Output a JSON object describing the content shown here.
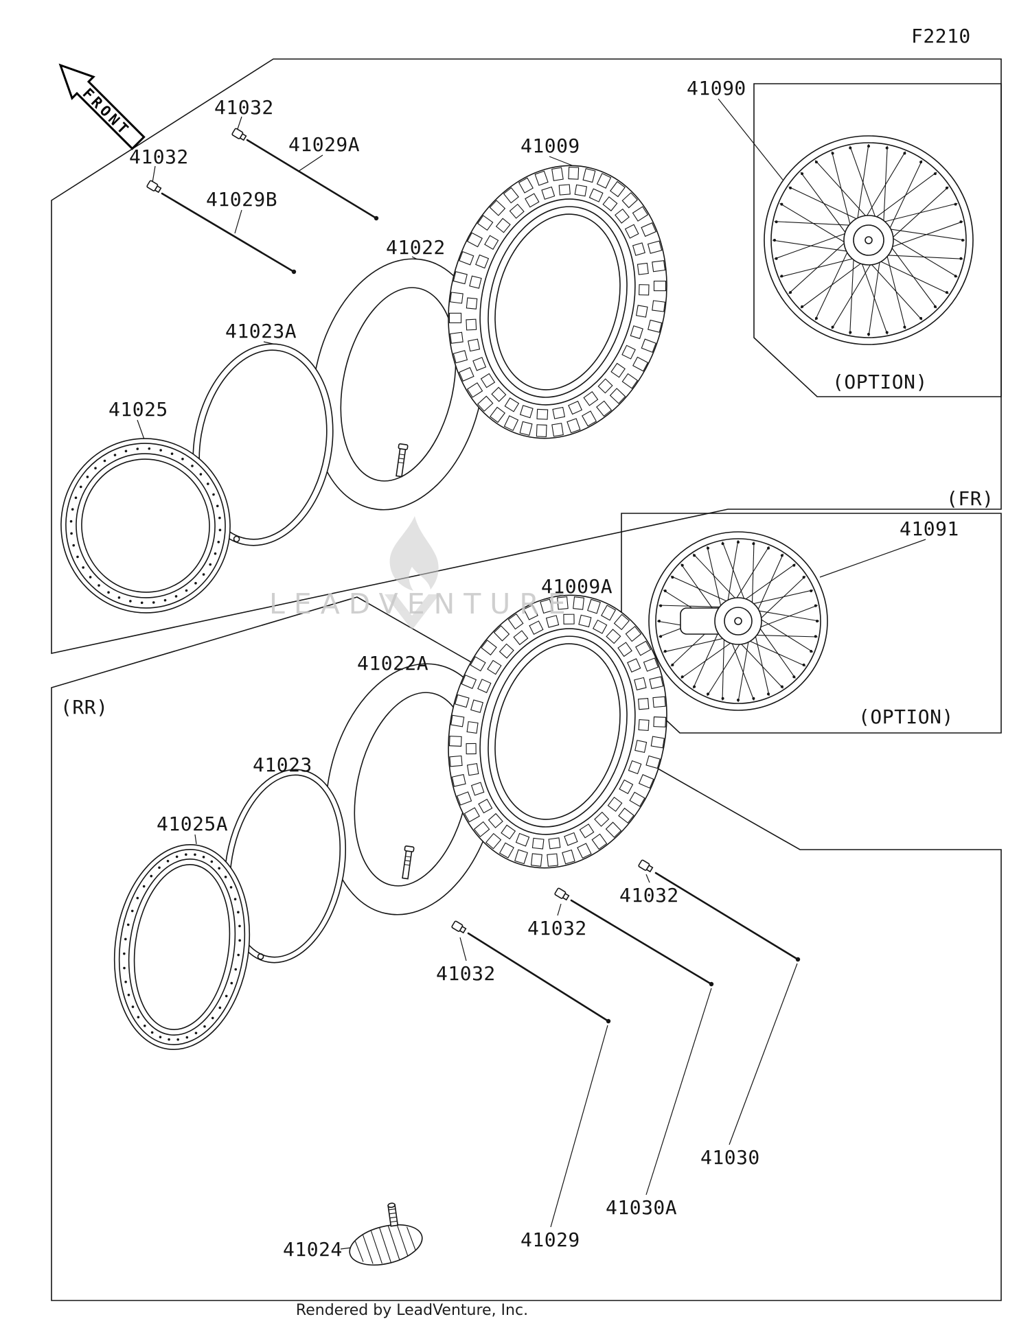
{
  "page": {
    "code": "F2210",
    "front_marker": "FRONT",
    "watermark": "LEADVENTURE",
    "footer": "Rendered by LeadVenture, Inc."
  },
  "sections": {
    "front_label": "(FR)",
    "rear_label": "(RR)",
    "front_option_label": "(OPTION)",
    "rear_option_label": "(OPTION)"
  },
  "labels": [
    {
      "id": "41032"
    },
    {
      "id": "41032"
    },
    {
      "id": "41029A"
    },
    {
      "id": "41029B"
    },
    {
      "id": "41022"
    },
    {
      "id": "41023A"
    },
    {
      "id": "41025"
    },
    {
      "id": "41009"
    },
    {
      "id": "41090"
    },
    {
      "id": "41091"
    },
    {
      "id": "41009A"
    },
    {
      "id": "41022A"
    },
    {
      "id": "41023"
    },
    {
      "id": "41025A"
    },
    {
      "id": "41032"
    },
    {
      "id": "41032"
    },
    {
      "id": "41032"
    },
    {
      "id": "41030"
    },
    {
      "id": "41030A"
    },
    {
      "id": "41029"
    },
    {
      "id": "41024"
    }
  ]
}
